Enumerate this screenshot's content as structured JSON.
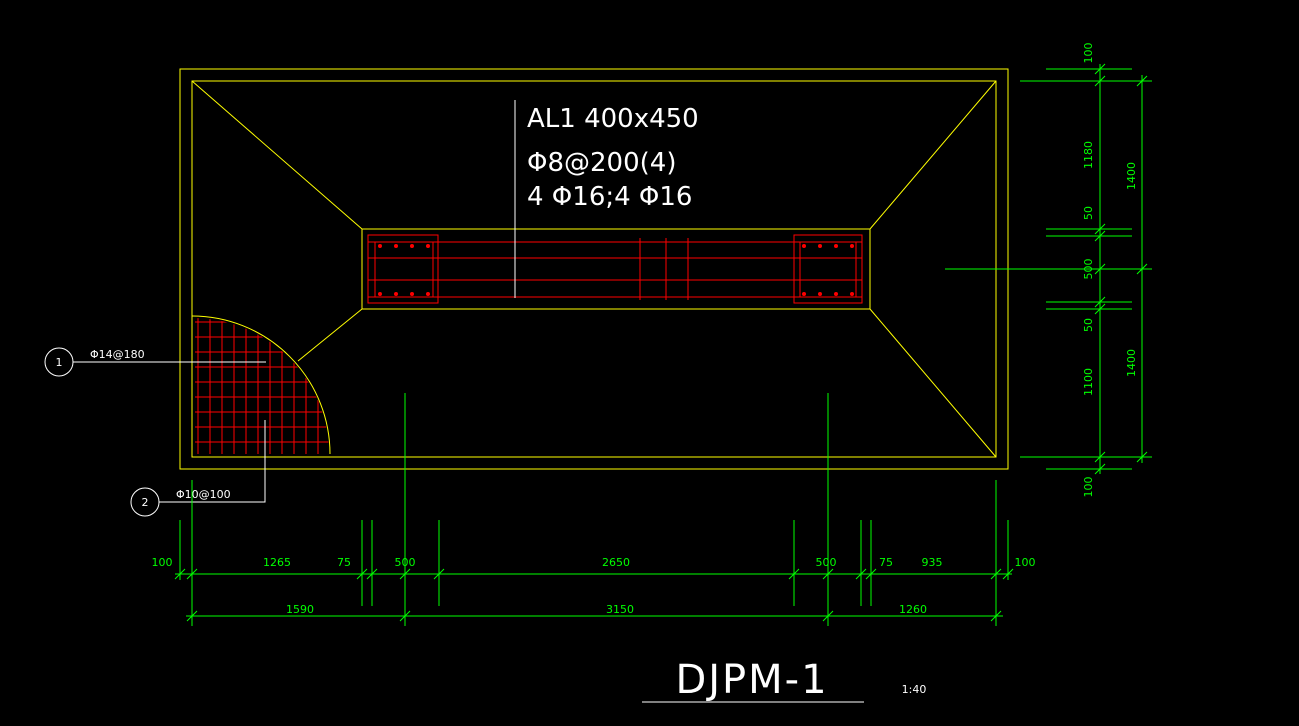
{
  "beam": {
    "line1": "AL1 400x450",
    "line2": "Φ8@200(4)",
    "line3": "4 Φ16;4 Φ16"
  },
  "callouts": [
    {
      "num": "1",
      "text": "Φ14@180"
    },
    {
      "num": "2",
      "text": "Φ10@100"
    }
  ],
  "dims_bottom_row1": [
    "100",
    "1265",
    "75",
    "500",
    "2650",
    "500",
    "75",
    "935",
    "100"
  ],
  "dims_bottom_row2": [
    "1590",
    "3150",
    "1260"
  ],
  "dims_right_inner": [
    "100",
    "1180",
    "50",
    "500",
    "50",
    "1100",
    "100"
  ],
  "dims_right_outer": [
    "1400",
    "1400"
  ],
  "title": "DJPM-1",
  "scale": "1:40",
  "colors": {
    "outline": "#ffff00",
    "rebar": "#ff0000",
    "dimension": "#00ff00",
    "text": "#ffffff"
  }
}
